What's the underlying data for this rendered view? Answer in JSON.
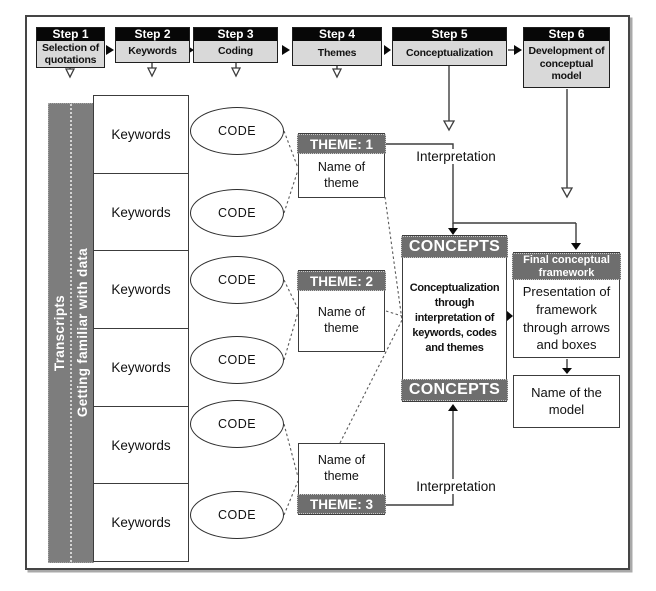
{
  "steps": [
    {
      "step": "Step 1",
      "label": "Selection of quotations"
    },
    {
      "step": "Step 2",
      "label": "Keywords"
    },
    {
      "step": "Step 3",
      "label": "Coding"
    },
    {
      "step": "Step 4",
      "label": "Themes"
    },
    {
      "step": "Step 5",
      "label": "Conceptualization"
    },
    {
      "step": "Step 6",
      "label": "Development of conceptual model"
    }
  ],
  "left_bar": {
    "column1": "Transcripts",
    "column2": "Getting familiar with data"
  },
  "rows": [
    {
      "keyword": "Keywords",
      "code": "CODE"
    },
    {
      "keyword": "Keywords",
      "code": "CODE"
    },
    {
      "keyword": "Keywords",
      "code": "CODE"
    },
    {
      "keyword": "Keywords",
      "code": "CODE"
    },
    {
      "keyword": "Keywords",
      "code": "CODE"
    },
    {
      "keyword": "Keywords",
      "code": "CODE"
    }
  ],
  "themes": [
    {
      "header": "THEME: 1",
      "body": "Name of theme"
    },
    {
      "header": "THEME: 2",
      "body": "Name of theme"
    },
    {
      "header": "THEME: 3",
      "body": "Name of theme"
    }
  ],
  "concepts": {
    "header_top": "CONCEPTS",
    "body": "Conceptualization through interpretation of keywords, codes and themes",
    "header_bottom": "CONCEPTS"
  },
  "final_framework": {
    "header": "Final conceptual framework",
    "body": "Presentation of framework through arrows and boxes"
  },
  "model_box": {
    "label": "Name of the model"
  },
  "labels": {
    "interpretation_top": "Interpretation",
    "interpretation_bottom": "Interpretation"
  },
  "colors": {
    "step_header_bg": "#070707",
    "step_body_bg": "#d9d9d9",
    "gray_header_bg": "#6e6e6e",
    "left_bar_bg": "#7d7d7d",
    "line_color": "#3d3d3d"
  }
}
